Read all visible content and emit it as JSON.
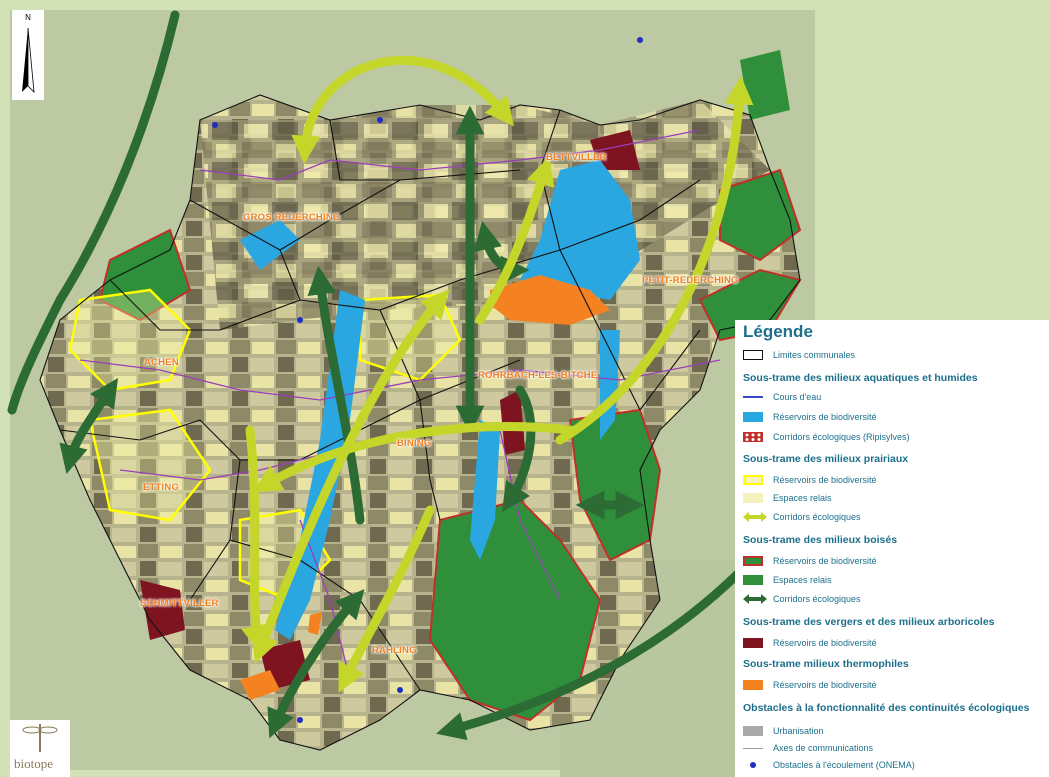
{
  "north_arrow": {
    "label": "N"
  },
  "logo": {
    "text": "biotope"
  },
  "communes": [
    "BETTVILLER",
    "GROS REDERCHING",
    "PETIT-REDERCHING",
    "ACHEN",
    "ROHRBACH-LES-BITCHE",
    "BINING",
    "ETTING",
    "SCHMITTVILLER",
    "RAHLING"
  ],
  "legend": {
    "title": "Légende",
    "limits": "Limites communales",
    "aquatic": {
      "heading": "Sous-trame des milieux aquatiques et humides",
      "items": [
        "Cours d'eau",
        "Réservoirs de biodiversité",
        "Corridors écologiques (Ripisylves)"
      ]
    },
    "meadow": {
      "heading": "Sous-trame des milieux prairiaux",
      "items": [
        "Réservoirs de biodiversité",
        "Espaces relais",
        "Corridors écologiques"
      ]
    },
    "forest": {
      "heading": "Sous-trame des milieux boisés",
      "items": [
        "Réservoirs de biodiversité",
        "Espaces relais",
        "Corridors écologiques"
      ]
    },
    "orchard": {
      "heading": "Sous-trame des vergers et des milieux arboricoles",
      "items": [
        "Réservoirs de biodiversité"
      ]
    },
    "thermo": {
      "heading": "Sous-trame milieux thermophiles",
      "items": [
        "Réservoirs de biodiversité"
      ]
    },
    "obstacles": {
      "heading": "Obstacles à la fonctionnalité des continuités écologiques",
      "items": [
        "Urbanisation",
        "Axes de communications",
        "Obstacles à l'écoulement (ONEMA)"
      ]
    }
  },
  "colors": {
    "water": "#2aa6e0",
    "meadow_corridor": "#c5d62a",
    "forest_green": "#2f8f3a",
    "forest_corridor": "#2c6b33",
    "orchard": "#7d1420",
    "thermo": "#f58220",
    "heading_blue": "#1d6f8b"
  }
}
